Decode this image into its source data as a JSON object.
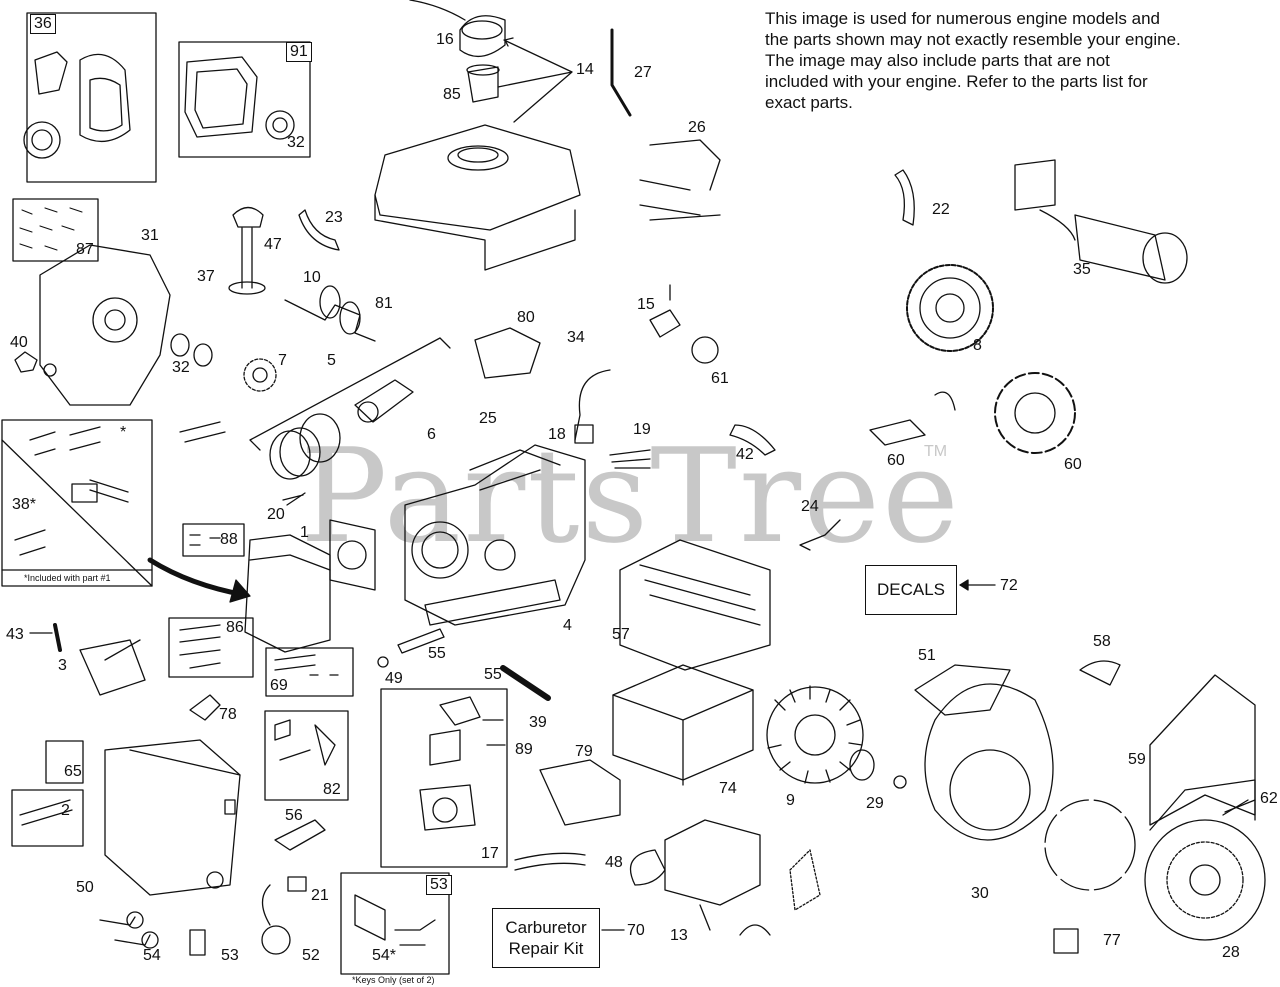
{
  "note_lines": [
    "This image is used for numerous engine models and",
    "the parts shown may not exactly resemble your engine.",
    "The image may also include parts that are not",
    "included with your engine. Refer to the parts list for",
    "exact parts."
  ],
  "watermark": "PartsTree",
  "watermark_tm": "TM",
  "included_note": "*Included with part #1",
  "keys_note": "*Keys Only (set of 2)",
  "decals_label": "DECALS",
  "carb_kit_line1": "Carburetor",
  "carb_kit_line2": "Repair Kit",
  "boxed_numbers": {
    "n36": "36",
    "n91": "91",
    "n53b": "53"
  },
  "callouts": {
    "n1": "1",
    "n2": "2",
    "n3": "3",
    "n4": "4",
    "n5": "5",
    "n6": "6",
    "n7": "7",
    "n8": "8",
    "n9": "9",
    "n10": "10",
    "n13": "13",
    "n14": "14",
    "n15": "15",
    "n16": "16",
    "n17": "17",
    "n18": "18",
    "n19": "19",
    "n20": "20",
    "n21": "21",
    "n22": "22",
    "n23": "23",
    "n24": "24",
    "n25": "25",
    "n26": "26",
    "n27": "27",
    "n28": "28",
    "n29": "29",
    "n30": "30",
    "n31": "31",
    "n32a": "32",
    "n32b": "32",
    "n34": "34",
    "n35": "35",
    "n37": "37",
    "n38": "38*",
    "n39": "39",
    "n40": "40",
    "n42": "42",
    "n43": "43",
    "n47": "47",
    "n48": "48",
    "n49": "49",
    "n50": "50",
    "n51": "51",
    "n52": "52",
    "n53": "53",
    "n54": "54",
    "n54b": "54*",
    "n55a": "55",
    "n55b": "55",
    "n56": "56",
    "n57": "57",
    "n58": "58",
    "n59": "59",
    "n60a": "60",
    "n60b": "60",
    "n61": "61",
    "n62": "62",
    "n65": "65",
    "n69": "69",
    "n70": "70",
    "n72": "72",
    "n74": "74",
    "n77": "77",
    "n78": "78",
    "n79": "79",
    "n80": "80",
    "n81": "81",
    "n82": "82",
    "n85": "85",
    "n86": "86",
    "n87": "87",
    "n88": "88",
    "n89": "89",
    "nstar": "*"
  }
}
